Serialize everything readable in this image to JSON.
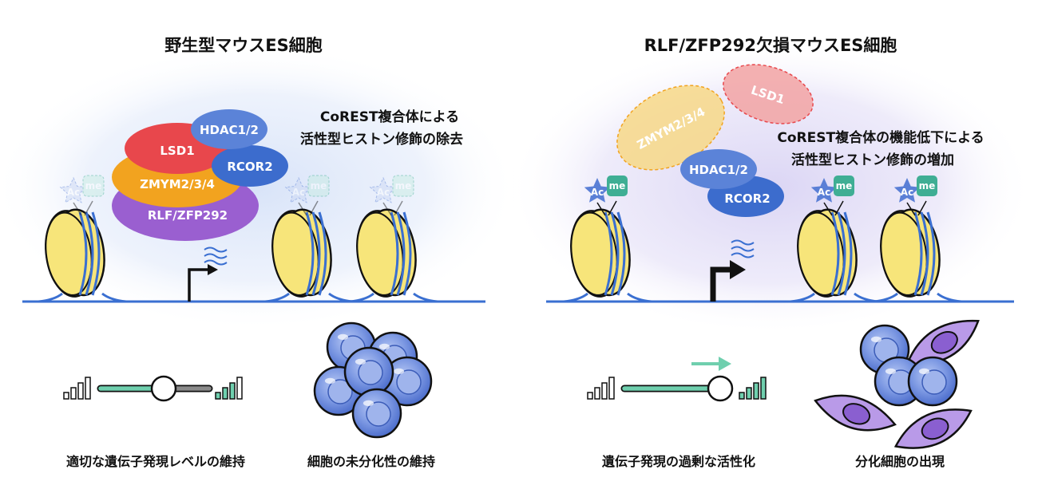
{
  "colors": {
    "dna": "#3a6fd1",
    "nucleosome": "#f7e57a",
    "lsd1": "#e8474c",
    "zmym": "#f2a31f",
    "rlf": "#9a5fd0",
    "hdac": "#5b83d8",
    "rcor": "#3c6ccd",
    "ac": "#5a7fd6",
    "me": "#3fae94",
    "slider_green": "#6fcfae",
    "cell_blue": "#6f8fe0",
    "cell_purple": "#b99ae8"
  },
  "left_panel": {
    "title": "野生型マウスES細胞",
    "note_line1": "CoREST複合体による",
    "note_line2": "活性型ヒストン修飾の除去",
    "complex": {
      "hdac": "HDAC1/2",
      "lsd1": "LSD1",
      "rcor": "RCOR2",
      "zmym": "ZMYM2/3/4",
      "rlf": "RLF/ZFP292"
    },
    "caption_expression": "適切な遺伝子発現レベルの維持",
    "caption_cells": "細胞の未分化性の維持"
  },
  "right_panel": {
    "title": "RLF/ZFP292欠損マウスES細胞",
    "note_line1": "CoREST複合体の機能低下による",
    "note_line2": "活性型ヒストン修飾の増加",
    "complex": {
      "zmym": "ZMYM2/3/4",
      "lsd1": "LSD1",
      "hdac": "HDAC1/2",
      "rcor": "RCOR2"
    },
    "caption_expression": "遺伝子発現の過剰な活性化",
    "caption_cells": "分化細胞の出現"
  },
  "marks": {
    "ac": "Ac",
    "me": "me"
  },
  "icons": {
    "signal": "signal-bars-icon",
    "slider": "slider-icon",
    "transcription_start": "bent-arrow-icon",
    "transcription_wave": "wave-icon",
    "increase_arrow": "arrow-right-icon"
  }
}
